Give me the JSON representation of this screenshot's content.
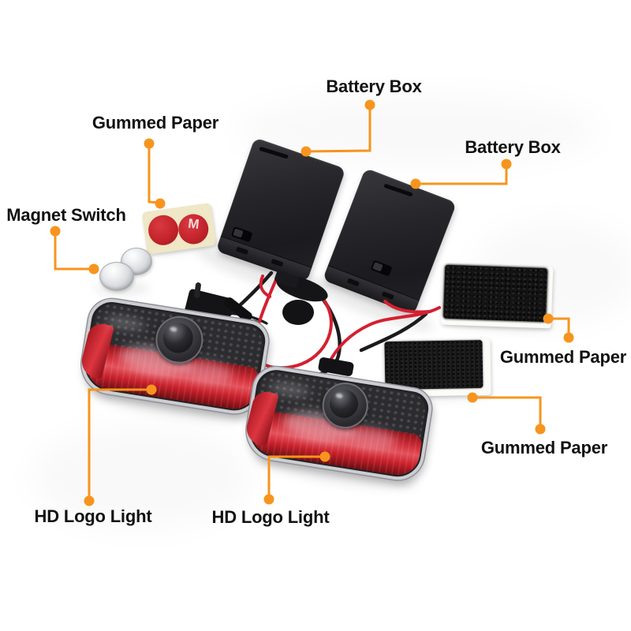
{
  "image_type": "annotated product photo of car door logo light kit",
  "callouts": [
    {
      "id": "battery-box-1",
      "label": "Battery Box"
    },
    {
      "id": "battery-box-2",
      "label": "Battery Box"
    },
    {
      "id": "gummed-paper-sticker",
      "label": "Gummed Paper"
    },
    {
      "id": "magnet-switch",
      "label": "Magnet Switch"
    },
    {
      "id": "gummed-paper-velcro-top",
      "label": "Gummed Paper"
    },
    {
      "id": "gummed-paper-velcro-bottom",
      "label": "Gummed Paper"
    },
    {
      "id": "hd-logo-light-left",
      "label": "HD Logo Light"
    },
    {
      "id": "hd-logo-light-right",
      "label": "HD Logo Light"
    }
  ],
  "photo": {
    "sticker_letter": "M",
    "objects": [
      "battery box",
      "battery box",
      "red adhesive sticker pair",
      "magnet switch discs",
      "velcro pad",
      "velcro pad",
      "hd logo light",
      "hd logo light",
      "wiring harness"
    ]
  },
  "colors": {
    "accent_orange": "#F7941E",
    "label_text": "#111111",
    "background": "#FFFFFF",
    "battery_box": "#232327",
    "sticker_red": "#C4242B",
    "sticker_backing": "#EFE7C6",
    "magnet_silver": "#D9DBDE",
    "velcro_black": "#1A1A1A",
    "light_red": "#C8202A",
    "chrome_rim": "#CDCED2",
    "wire_red": "#D42030",
    "wire_black": "#1B1B1D"
  }
}
